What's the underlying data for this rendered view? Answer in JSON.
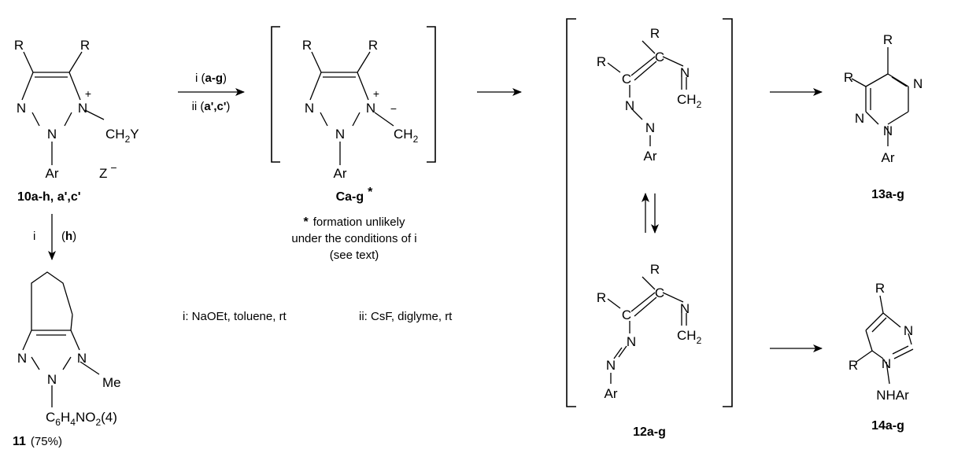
{
  "compounds": {
    "c10": {
      "label": "10a-h, a',c'",
      "atoms": {
        "r1": "R",
        "r2": "R",
        "n1": "N",
        "n2": "N",
        "n3": "N",
        "charge": "+",
        "ch2y": "CH",
        "ch2y_sub": "2",
        "ch2y_end": "Y",
        "ar": "Ar",
        "z": "Z",
        "z_charge": "−"
      }
    },
    "ca": {
      "label": "Ca-g",
      "star": "*",
      "atoms": {
        "r1": "R",
        "r2": "R",
        "n1": "N",
        "n2": "N",
        "n3": "N",
        "plus": "+",
        "minus": "−",
        "ch2": "CH",
        "ch2_sub": "2",
        "ar": "Ar"
      }
    },
    "c11": {
      "label": "11",
      "yield": "(75%)",
      "atoms": {
        "n1": "N",
        "n2": "N",
        "n3": "N",
        "me": "Me",
        "aryl_c": "C",
        "aryl_sub6": "6",
        "aryl_h": "H",
        "aryl_sub4": "4",
        "aryl_no": "NO",
        "aryl_sub2": "2",
        "aryl_end": "(4)"
      }
    },
    "c12": {
      "label": "12a-g",
      "top": {
        "r1": "R",
        "r2": "R",
        "c1": "C",
        "c2": "C",
        "n_az1": "N",
        "n_az2": "N",
        "n_im": "N",
        "ch2": "CH",
        "ch2_sub": "2",
        "ar": "Ar"
      },
      "bottom": {
        "r1": "R",
        "r2": "R",
        "c1": "C",
        "c2": "C",
        "n_az1": "N",
        "n_az2": "N",
        "n_im": "N",
        "ch2": "CH",
        "ch2_sub": "2",
        "ar": "Ar"
      }
    },
    "c13": {
      "label": "13a-g",
      "atoms": {
        "r1": "R",
        "r2": "R",
        "n1": "N",
        "n2": "N",
        "n3": "N",
        "ar": "Ar"
      }
    },
    "c14": {
      "label": "14a-g",
      "atoms": {
        "r1": "R",
        "r2": "R",
        "n1": "N",
        "n2": "N",
        "nhar": "NHAr"
      }
    }
  },
  "arrows": {
    "a1": {
      "line1_pre": "i (",
      "line1_bold": "a-g",
      "line1_post": ")",
      "line2_pre": "ii (",
      "line2_bold": "a',c'",
      "line2_post": ")"
    },
    "down": {
      "left": "i",
      "right_pre": "(",
      "right_bold": "h",
      "right_post": ")"
    }
  },
  "notes": {
    "star_mark": "*",
    "line1": "formation unlikely",
    "line2": "under the conditions of i",
    "line3": "(see text)"
  },
  "conditions": {
    "i": "i:  NaOEt, toluene, rt",
    "ii": "ii:  CsF, diglyme, rt"
  }
}
